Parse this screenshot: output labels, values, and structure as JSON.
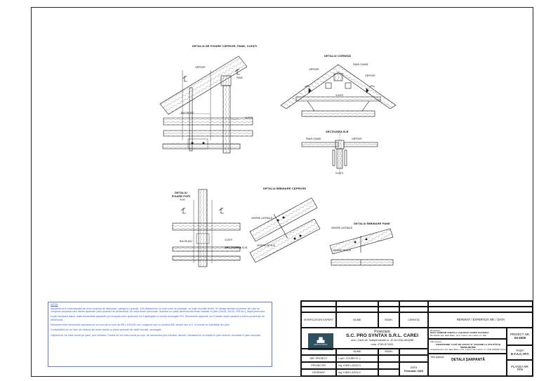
{
  "drawing_titles": {
    "d1": "DETALIU DE FIXARE CĂPRIOR, PANE, CLEȘTI",
    "d2": "DETALIU CORNIȘĂ",
    "d3": "SECȚIUNEA B-B",
    "d4": "DETALIU ÎMBINARE CĂPRIORI",
    "d5": "DETALIU FIXARE POPI",
    "d6": "SECȚIUNEA C-C",
    "d7": "DETALIU ÎMBINARE PANE"
  },
  "drawing_labels": {
    "caprior": "CĂPRIOR",
    "pana": "PANĂ",
    "clesti": "CLEȘTI",
    "pana_coama": "PANĂ COAMĂ",
    "bulon": "BULON Ø12",
    "popi": "POPI",
    "vedere_laterala": "VEDERE LATERALĂ",
    "vedere_de_sus": "VEDERE DE SUS"
  },
  "notes": {
    "title": "NOTA:",
    "paragraphs": [
      "Șarpanta va fi confecționată din lemn ecarisat de rășinoase, categoria I (pacat). Sub rășina/lemn nu sunt urme de putregai, cu toate muchiile finite). Se atrage atenția că piesele din care se compune șarpanta care rămân aparente (vezi proiectul de arhitectură) vor avea fețele prelucrate. Acestea vor pasa dimensiunile finale indicate în plan (15x15, 15x15, 205 etc.), după prelucrare.",
      "După montarea lățimii, toate elementele șarpantei (cu excepția celor aparente) vor fi ignifugate cu soluții omologate PSI. Elementele aparente vor fi tratate după culoarea conform proiectului de arhitectură.",
      "Îmbinarea între elementele șarpantei se va executa cu cuie de Ø5 x 100/150 mm, lungimea sau cu șuruburi Ø8, simple sau în Z, în funcție de solicitările din plan.",
      "Consolidările se vor face de centura din beton armat cu piese speciale din tablă zincată, omologate.",
      "Căpriorii se vor trata numai pe pane, prin chertare. Panele se vor trata numai pe popi, de asemenea prin chertare. Atenție: chertarea se va realiza în plan vertical, niciodată în plan orizontal!"
    ]
  },
  "title_block": {
    "verificatori": "VERIFICATORI EXPERT",
    "nume": "NUME",
    "semn": "SEMN.",
    "cerinta": "CERINȚA",
    "referat": "REFERAT / EXPERTIZĂ  NR. / DATA",
    "proiectant_label": "Proiectant",
    "company": "S.C. PRO SYNTAX S.R.L. CAREI",
    "address": "mun. Carei str. Independenței nr. 42 tel 0261-863285",
    "mobile": "mob. 0745-571420",
    "logo_text": "PRO SYNTAX",
    "beneficiar_label": "Beneficiar:",
    "beneficiar": "NAGY SANDOR TAMAS și soția NAGY ILDIKO SAJAMAA",
    "beneficiar_addr": "Domiciliul: jud. Satu Mare, com. Lazuri, sat. Lazuri, nr. 303",
    "titlu_proiect_label": "Titlu proiect:",
    "titlu_proiect": "CONSTRUIRE: CASĂ DE LOCUIT 'P', RACORD LA UTILITĂȚI ȘI ÎMPREJMUIRE",
    "amplasament": "Amplasament: jud. Satu Mare, com. Lazuri, sat. Lazuri, nr. CAD 105245 Lazuri",
    "proiect_nr_label": "PROIECT NR.",
    "proiect_nr": "04-2026",
    "faza_label": "FAZA",
    "faza": "D.T.A.C.+P.T.",
    "plansa_nr_label": "PLANȘA NR.",
    "plansa_nr": "R06",
    "titlu_plansa_label": "Titlu planșa:",
    "titlu_plansa": "DETALII ȘARPANTĂ",
    "data_label": "DATA",
    "data": "Februarie 2025",
    "rows": [
      {
        "role": "ȘEF PROIECT",
        "name": "c.arh. GYURE R. L."
      },
      {
        "role": "PROIECTAT",
        "name": "ing. KIND LASZLO"
      },
      {
        "role": "DESENAT",
        "name": "ing. KIND LASZLO"
      }
    ]
  }
}
